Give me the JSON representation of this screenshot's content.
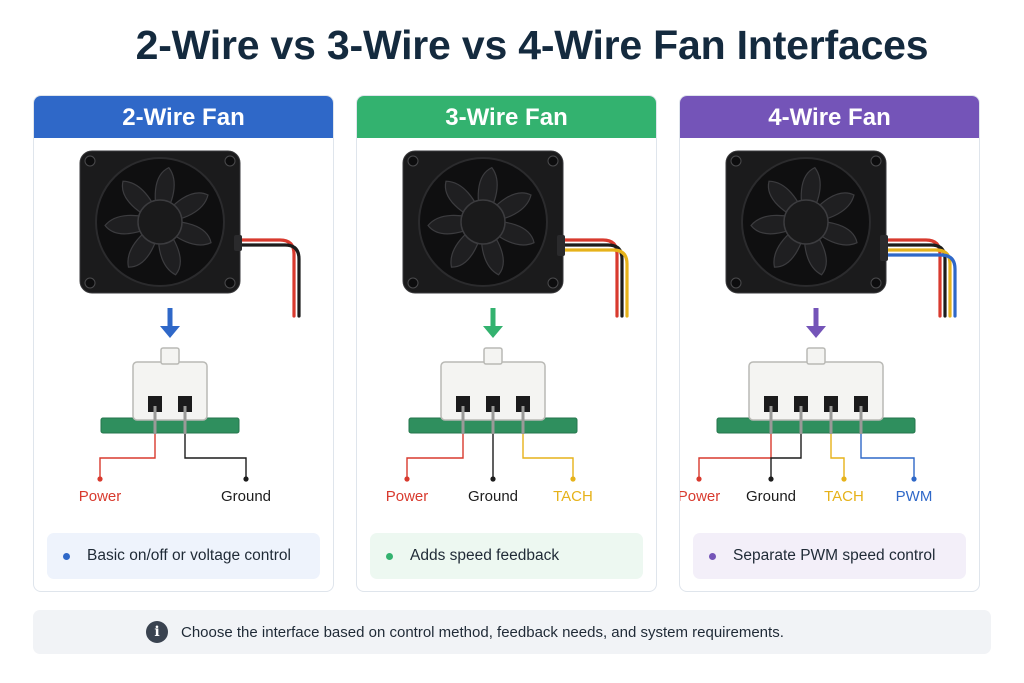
{
  "title": "2-Wire vs 3-Wire vs 4-Wire Fan Interfaces",
  "colors": {
    "two_wire": "#2f68c8",
    "three_wire": "#33b26f",
    "four_wire": "#7454b8",
    "power": "#d83a2e",
    "ground": "#1c1c1c",
    "tach": "#e6b21a",
    "pwm": "#2f68c8",
    "pcb": "#2f8f5e"
  },
  "cards": [
    {
      "heading": "2-Wire Fan",
      "pins": [
        {
          "label": "Power",
          "color": "#d83a2e"
        },
        {
          "label": "Ground",
          "color": "#1c1c1c"
        }
      ],
      "note": "Basic on/off or voltage control"
    },
    {
      "heading": "3-Wire Fan",
      "pins": [
        {
          "label": "Power",
          "color": "#d83a2e"
        },
        {
          "label": "Ground",
          "color": "#1c1c1c"
        },
        {
          "label": "TACH",
          "color": "#e6b21a"
        }
      ],
      "note": "Adds speed feedback"
    },
    {
      "heading": "4-Wire Fan",
      "pins": [
        {
          "label": "Power",
          "color": "#d83a2e"
        },
        {
          "label": "Ground",
          "color": "#1c1c1c"
        },
        {
          "label": "TACH",
          "color": "#e6b21a"
        },
        {
          "label": "PWM",
          "color": "#2f68c8"
        }
      ],
      "note": "Separate PWM speed control"
    }
  ],
  "footer": {
    "icon": "info-icon",
    "text": "Choose the interface based on control method, feedback needs, and system requirements."
  }
}
